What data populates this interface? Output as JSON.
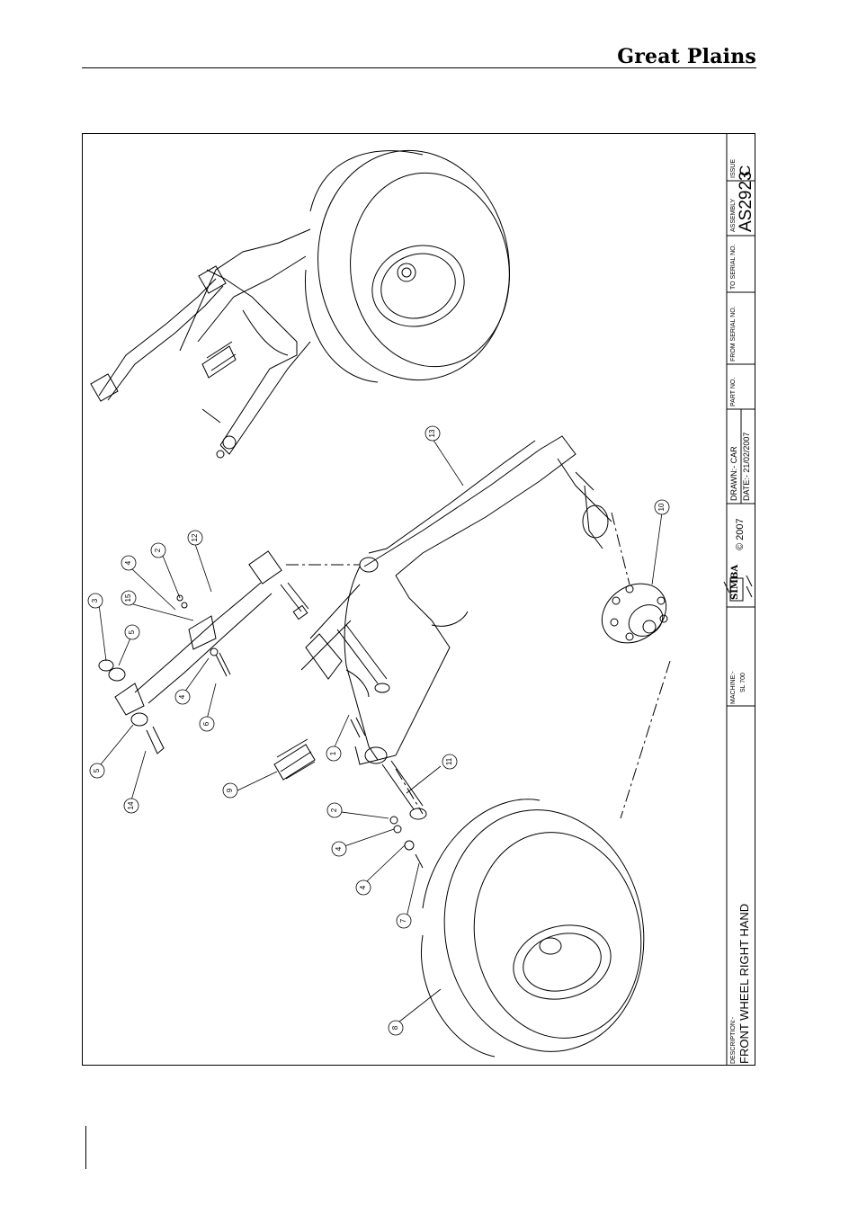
{
  "header": {
    "brand": "Great Plains"
  },
  "title_block": {
    "description_label": "DESCRIPTION:-",
    "description": "FRONT WHEEL RIGHT HAND",
    "machine_label": "MACHINE:-",
    "machine": "SL 700",
    "logo_text": "SIMBA",
    "copyright": "© 2007",
    "drawn": "DRAWN:-  CAR",
    "date": "DATE:-  21/02/2007",
    "part_no_label": "PART NO.",
    "from_serial_label": "FROM SERIAL NO.",
    "to_serial_label": "TO SERIAL NO.",
    "assembly_label": "ASSEMBLY",
    "assembly": "AS2923",
    "issue_label": "ISSUE",
    "issue": "C"
  },
  "callouts": [
    "1",
    "2",
    "2",
    "3",
    "4",
    "4",
    "4",
    "4",
    "5",
    "5",
    "6",
    "7",
    "8",
    "9",
    "10",
    "11",
    "12",
    "13",
    "14",
    "15"
  ]
}
